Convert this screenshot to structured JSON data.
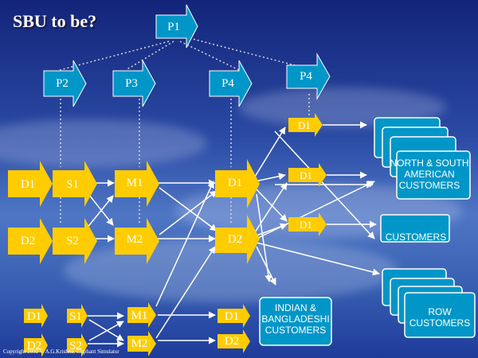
{
  "title": "SBU to be?",
  "boxes": {
    "p1": "P1",
    "p2": "P2",
    "p3": "P3",
    "p4a": "P4",
    "p4b": "P4",
    "d1_top": "D1",
    "d1_mid": "D1",
    "d1_low": "D1",
    "d1_left": "D1",
    "s1": "S1",
    "m1": "M1",
    "dist1": "D1",
    "d2_left": "D2",
    "s2": "S2",
    "m2": "M2",
    "dist2": "D2",
    "d1_small": "D1",
    "s1_small": "S1",
    "m1_small": "M1",
    "dist1_small": "D1",
    "d2_small": "D2",
    "s2_small": "S2",
    "m2_small": "M2",
    "dist2_small": "D2"
  },
  "customers": {
    "americas": "NORTH & SOUTH AMERICAN CUSTOMERS",
    "generic": "CUSTOMERS",
    "india": "INDIAN & BANGLADESHI CUSTOMERS",
    "row": "ROW CUSTOMERS"
  },
  "colors": {
    "accent": "#ffcc00",
    "primary": "#0096c8",
    "line": "#ffffff",
    "dotted": "#d8d8d8"
  },
  "footer": {
    "copyright": "Copyright 2002 © A.G.Krishna, Lisphant Simulator"
  }
}
